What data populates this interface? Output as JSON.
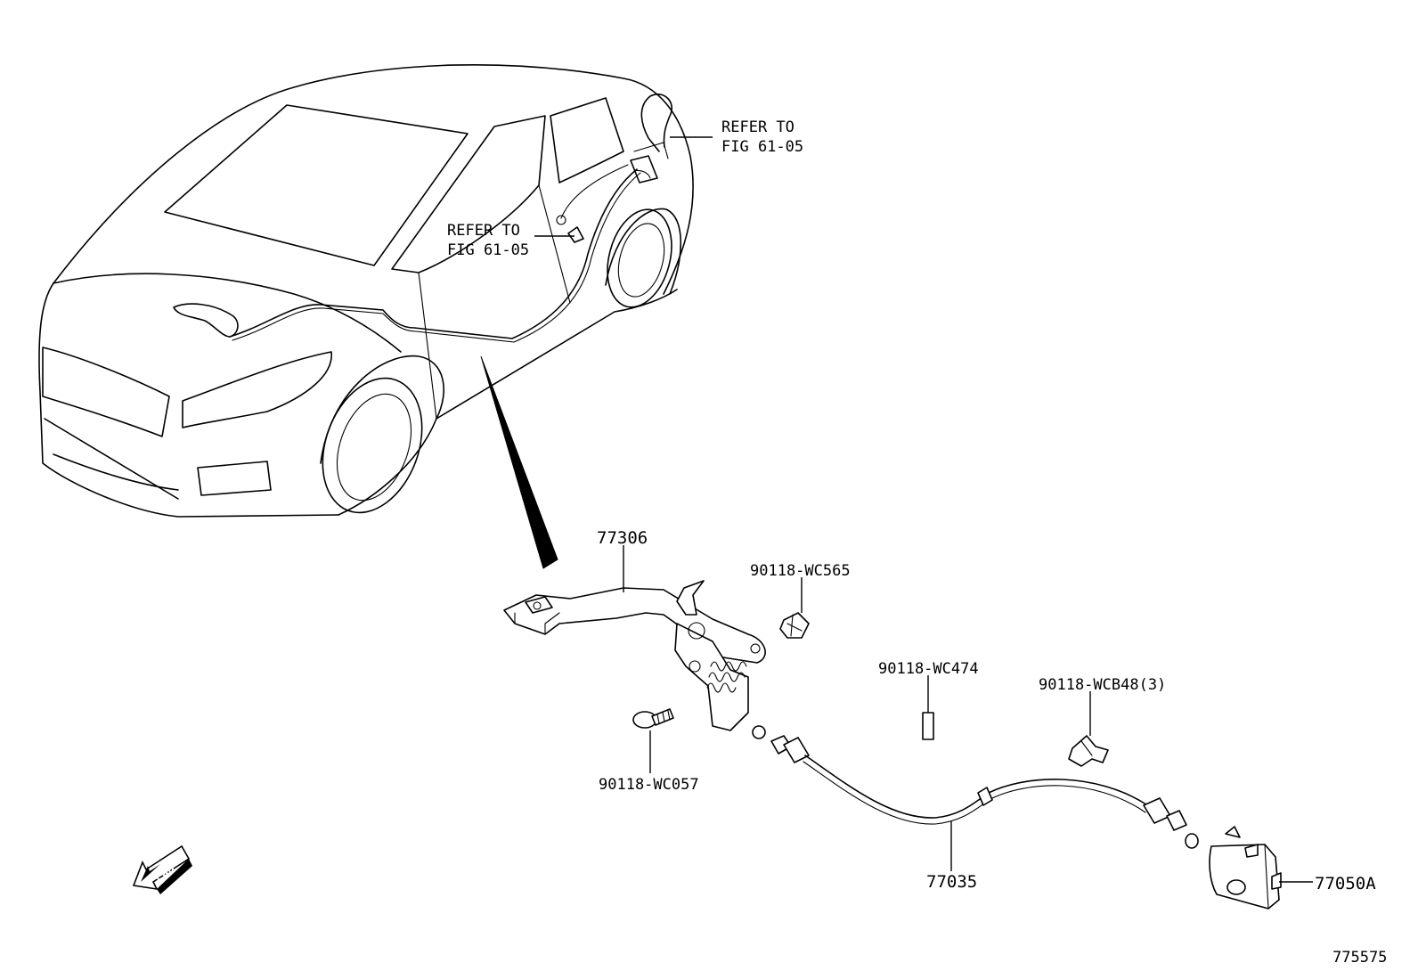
{
  "labels": {
    "refer_top_line1": "REFER TO",
    "refer_top_line2": "FIG 61-05",
    "refer_mid_line1": "REFER TO",
    "refer_mid_line2": "FIG 61-05",
    "lever_bracket": "77306",
    "clip_upper": "90118-WC565",
    "screw": "90118-WC057",
    "label_tag": "90118-WC474",
    "clamp": "90118-WCB48(3)",
    "release_cable": "77035",
    "fuel_lid_lock": "77050A",
    "fwd_arrow": "FWD",
    "figure_number": "775575"
  }
}
